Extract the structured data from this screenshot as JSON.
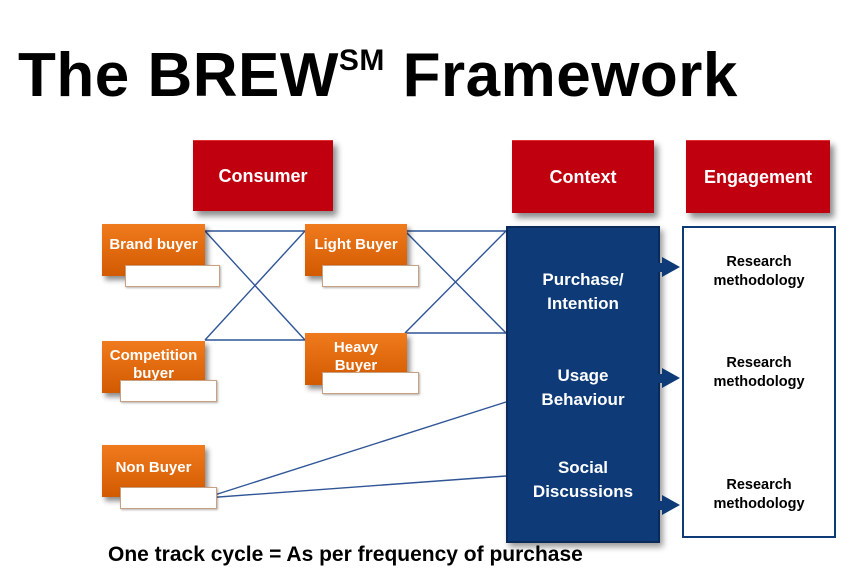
{
  "title": {
    "main": "The BREW",
    "superscript": "SM",
    "rest": " Framework"
  },
  "headers": {
    "consumer": "Consumer",
    "context": "Context",
    "engagement": "Engagement"
  },
  "buyers": {
    "brand": "Brand buyer",
    "competition_line1": "Competition",
    "competition_line2": "buyer",
    "non": "Non Buyer",
    "light": "Light Buyer",
    "heavy_line1": "Heavy",
    "heavy_line2": "Buyer"
  },
  "context_items": {
    "purchase_line1": "Purchase/",
    "purchase_line2": "Intention",
    "usage_line1": "Usage",
    "usage_line2": "Behaviour",
    "social_line1": "Social",
    "social_line2": "Discussions"
  },
  "engagement_items": [
    {
      "line1": "Research",
      "line2": "methodology"
    },
    {
      "line1": "Research",
      "line2": "methodology"
    },
    {
      "line1": "Research",
      "line2": "methodology"
    }
  ],
  "footer": "One track cycle = As per frequency of purchase",
  "colors": {
    "red": "#c0000e",
    "orange": "#e8690e",
    "navy": "#0f3a78",
    "line": "#2f5597"
  }
}
